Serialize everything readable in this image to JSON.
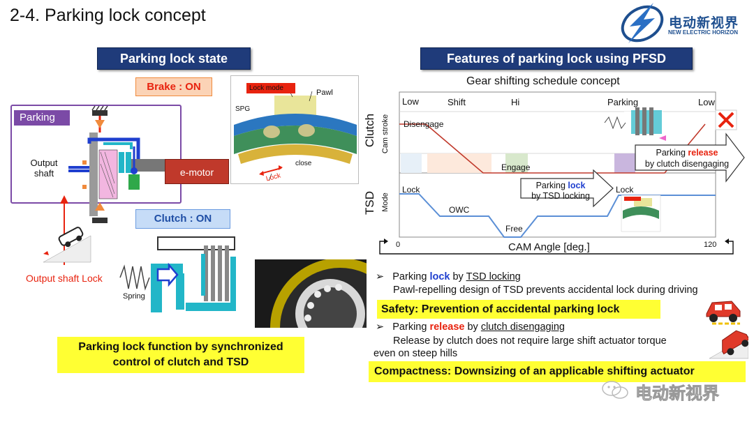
{
  "slide": {
    "title": "2-4. Parking lock concept",
    "logo": {
      "cn": "电动新视界",
      "en": "NEW ELECTRIC HORIZON"
    },
    "watermark": "电动新视界"
  },
  "left": {
    "banner": "Parking lock state",
    "brake_label": "Brake : ON",
    "parking_label": "Parking",
    "output_shaft": [
      "Output",
      "shaft"
    ],
    "emotor": "e-motor",
    "clutch_label": "Clutch : ON",
    "output_shaft_lock": "Output shaft Lock",
    "spring": "Spring",
    "inset": {
      "lock_mode": "Lock mode",
      "pawl": "Pawl",
      "spg": "SPG",
      "close": "close",
      "lock": "Lock"
    },
    "function_box": [
      "Parking lock function by synchronized",
      "control of clutch and TSD"
    ]
  },
  "right": {
    "banner": "Features of parking lock using PFSD",
    "chart_title": "Gear shifting schedule concept",
    "phases": {
      "low": "Low",
      "shift": "Shift",
      "hi": "Hi",
      "parking": "Parking",
      "low2": "Low"
    },
    "clutch_axis": {
      "main": "Clutch",
      "sub": "Cam stroke"
    },
    "tsd_axis": {
      "main": "TSD",
      "sub": "Mode"
    },
    "disengage": "Disengage",
    "engage": "Engage",
    "lock1": "Lock",
    "owc": "OWC",
    "free": "Free",
    "lock2": "Lock",
    "release_callout": [
      "Parking ",
      "release",
      "by clutch disengaging"
    ],
    "lock_callout": [
      "Parking ",
      "lock",
      "by TSD locking"
    ],
    "x_axis": {
      "label": "CAM Angle [deg.]",
      "min": "0",
      "max": "120"
    },
    "bullet1": {
      "pre": "Parking ",
      "hl": "lock",
      "mid": " by ",
      "ul": "TSD locking",
      "desc": "Pawl-repelling design of TSD prevents accidental lock during driving"
    },
    "safety": "Safety: Prevention of accidental parking lock",
    "bullet2": {
      "pre": "Parking ",
      "hl": "release",
      "mid": " by ",
      "ul": "clutch disengaging",
      "desc1": "Release by clutch does not require large shift actuator torque",
      "desc2": "even on steep hills"
    },
    "compactness": "Compactness: Downsizing of an applicable shifting actuator"
  },
  "colors": {
    "navy": "#1f3b7a",
    "red": "#e8230f",
    "blue": "#1f3fcf",
    "yellow": "#ffff33",
    "purple": "#7b4aa6"
  }
}
